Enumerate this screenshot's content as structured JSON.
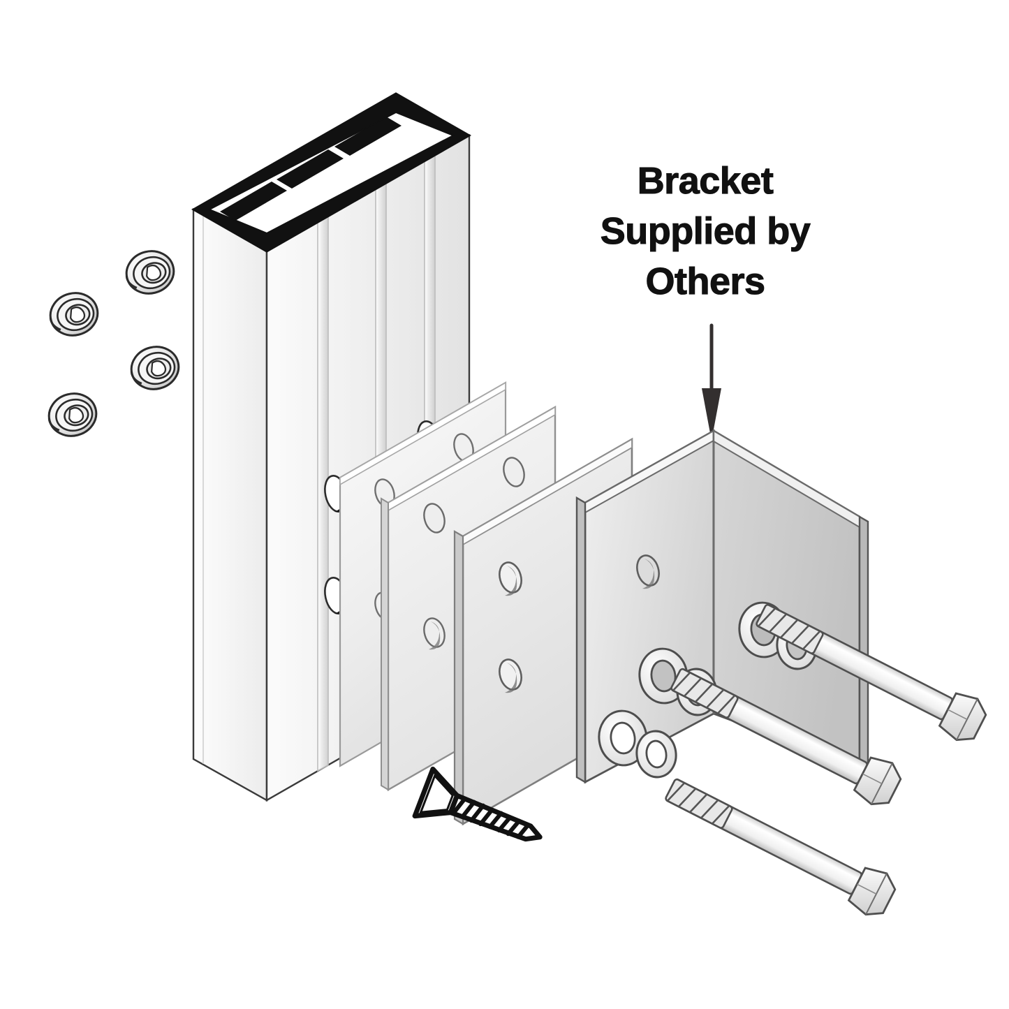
{
  "illustration": {
    "title": "Post Bracket Mounting Exploded Assembly",
    "style": "isometric line art",
    "background_color": "#ffffff",
    "line_color": "#2b2b2b",
    "metal_light": "#f4f4f4",
    "metal_mid": "#d9d9d9",
    "metal_dark": "#b4b4b4",
    "black_fill": "#111111"
  },
  "callout": {
    "lines": [
      "Bracket",
      "Supplied by",
      "Others"
    ],
    "line1": "Bracket",
    "line2": "Supplied by",
    "line3": "Others",
    "arrow": "down-arrow",
    "arrow_color": "#332f2f"
  },
  "parts": {
    "post": {
      "name": "Hollow rectangular post",
      "top_cap": "open cell top with internal dividers",
      "face_holes": 4
    },
    "flange_nuts": {
      "name": "Flanged insert nuts",
      "count": 4
    },
    "plates": {
      "name": "Flat mounting plates",
      "count": 3,
      "holes_per_plate": 4
    },
    "bracket": {
      "name": "Angle bracket supplied by others",
      "panels": 2
    },
    "washer_sets": {
      "name": "Flat washer and lock washer pairs",
      "count": 3
    },
    "anchor_bolts": {
      "name": "Hex head wedge anchor bolts",
      "count": 3
    },
    "wood_screw": {
      "name": "Flat head wood screw",
      "count": 1
    }
  }
}
